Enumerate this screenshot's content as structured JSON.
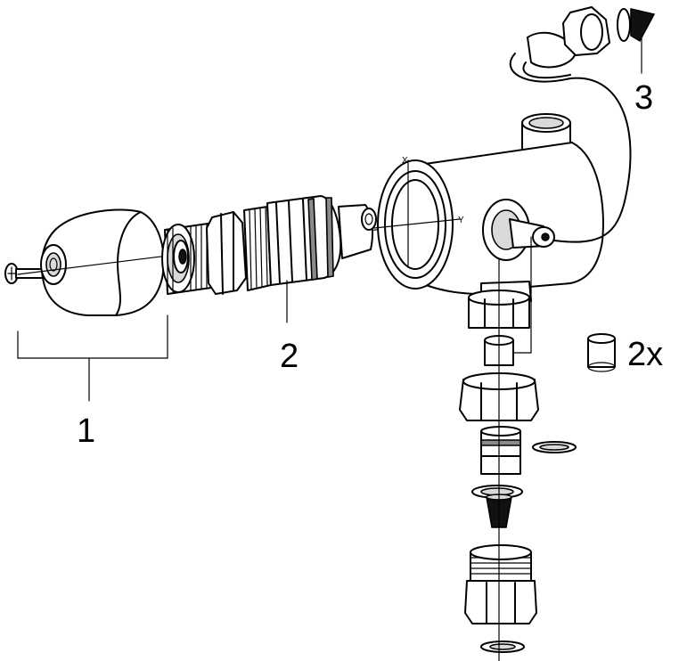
{
  "callouts": {
    "part_1": "1",
    "part_2": "2",
    "part_3": "3",
    "qty_2x": "2x"
  },
  "axis_letters": {
    "x": "X",
    "y": "Y"
  },
  "colors": {
    "line": "#000000",
    "background": "#ffffff"
  }
}
